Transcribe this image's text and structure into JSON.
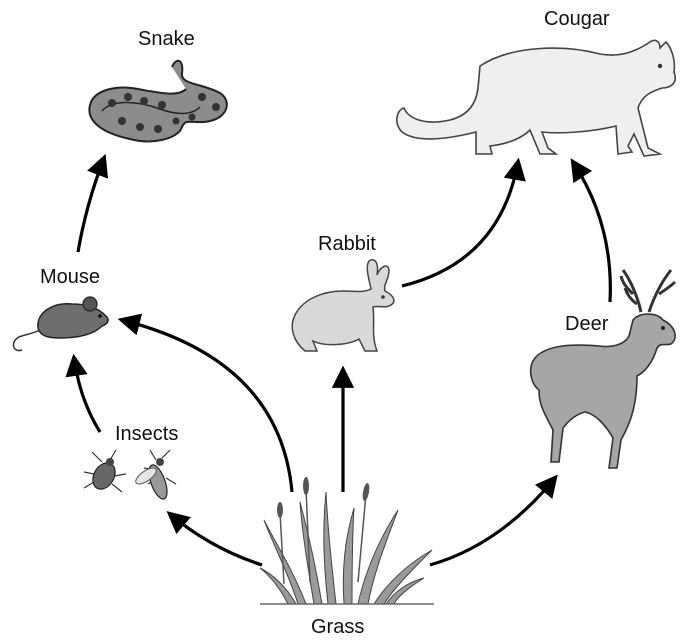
{
  "organisms": {
    "snake": "Snake",
    "cougar": "Cougar",
    "mouse": "Mouse",
    "rabbit": "Rabbit",
    "deer": "Deer",
    "insects": "Insects",
    "grass": "Grass"
  },
  "arrows": [
    {
      "from": "Mouse",
      "to": "Snake"
    },
    {
      "from": "Insects",
      "to": "Mouse"
    },
    {
      "from": "Grass",
      "to": "Insects"
    },
    {
      "from": "Grass",
      "to": "Mouse"
    },
    {
      "from": "Grass",
      "to": "Rabbit"
    },
    {
      "from": "Grass",
      "to": "Deer"
    },
    {
      "from": "Rabbit",
      "to": "Cougar"
    },
    {
      "from": "Deer",
      "to": "Cougar"
    }
  ],
  "colors": {
    "arrow": "#000000",
    "snake_body": "#8c8c8c",
    "cougar_body": "#efefef",
    "mouse_body": "#6e6e6e",
    "rabbit_body": "#d9d9d9",
    "deer_body": "#a6a6a6",
    "grass": "#9a9a9a"
  }
}
